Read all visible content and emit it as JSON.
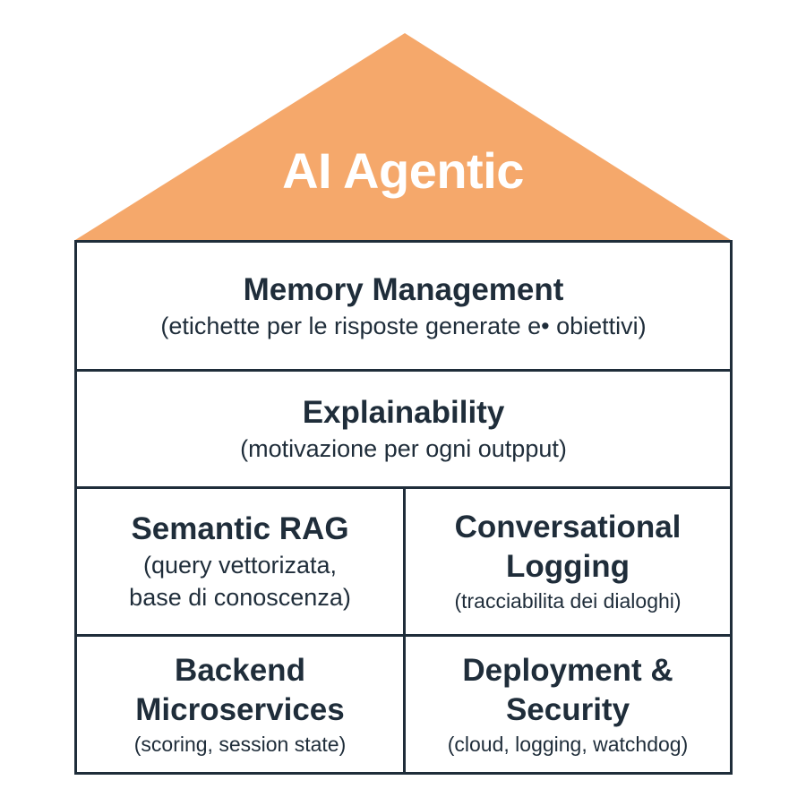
{
  "roof": {
    "title": "AI Agentic",
    "color": "#F5A86B"
  },
  "layers": {
    "memory": {
      "title": "Memory Management",
      "subtitle": "(etichette per le risposte generate e• obiettivi)"
    },
    "explainability": {
      "title": "Explainability",
      "subtitle": "(motivazione per ogni outpput)"
    },
    "semantic_rag": {
      "title": "Semantic RAG",
      "subtitle_line1": "(query vettorizata,",
      "subtitle_line2": "base di conoscenza)"
    },
    "conversational_logging": {
      "title_line1": "Conversational",
      "title_line2": "Logging",
      "subtitle": "(tracciabilita dei dialoghi)"
    },
    "backend": {
      "title_line1": "Backend",
      "title_line2": "Microservices",
      "subtitle": "(scoring, session state)"
    },
    "deployment": {
      "title_line1": "Deployment &",
      "title_line2": "Security",
      "subtitle": "(cloud, logging, watchdog)"
    }
  },
  "colors": {
    "outline": "#1F2D3A",
    "text": "#1F2D3A",
    "background": "#FFFFFF"
  }
}
